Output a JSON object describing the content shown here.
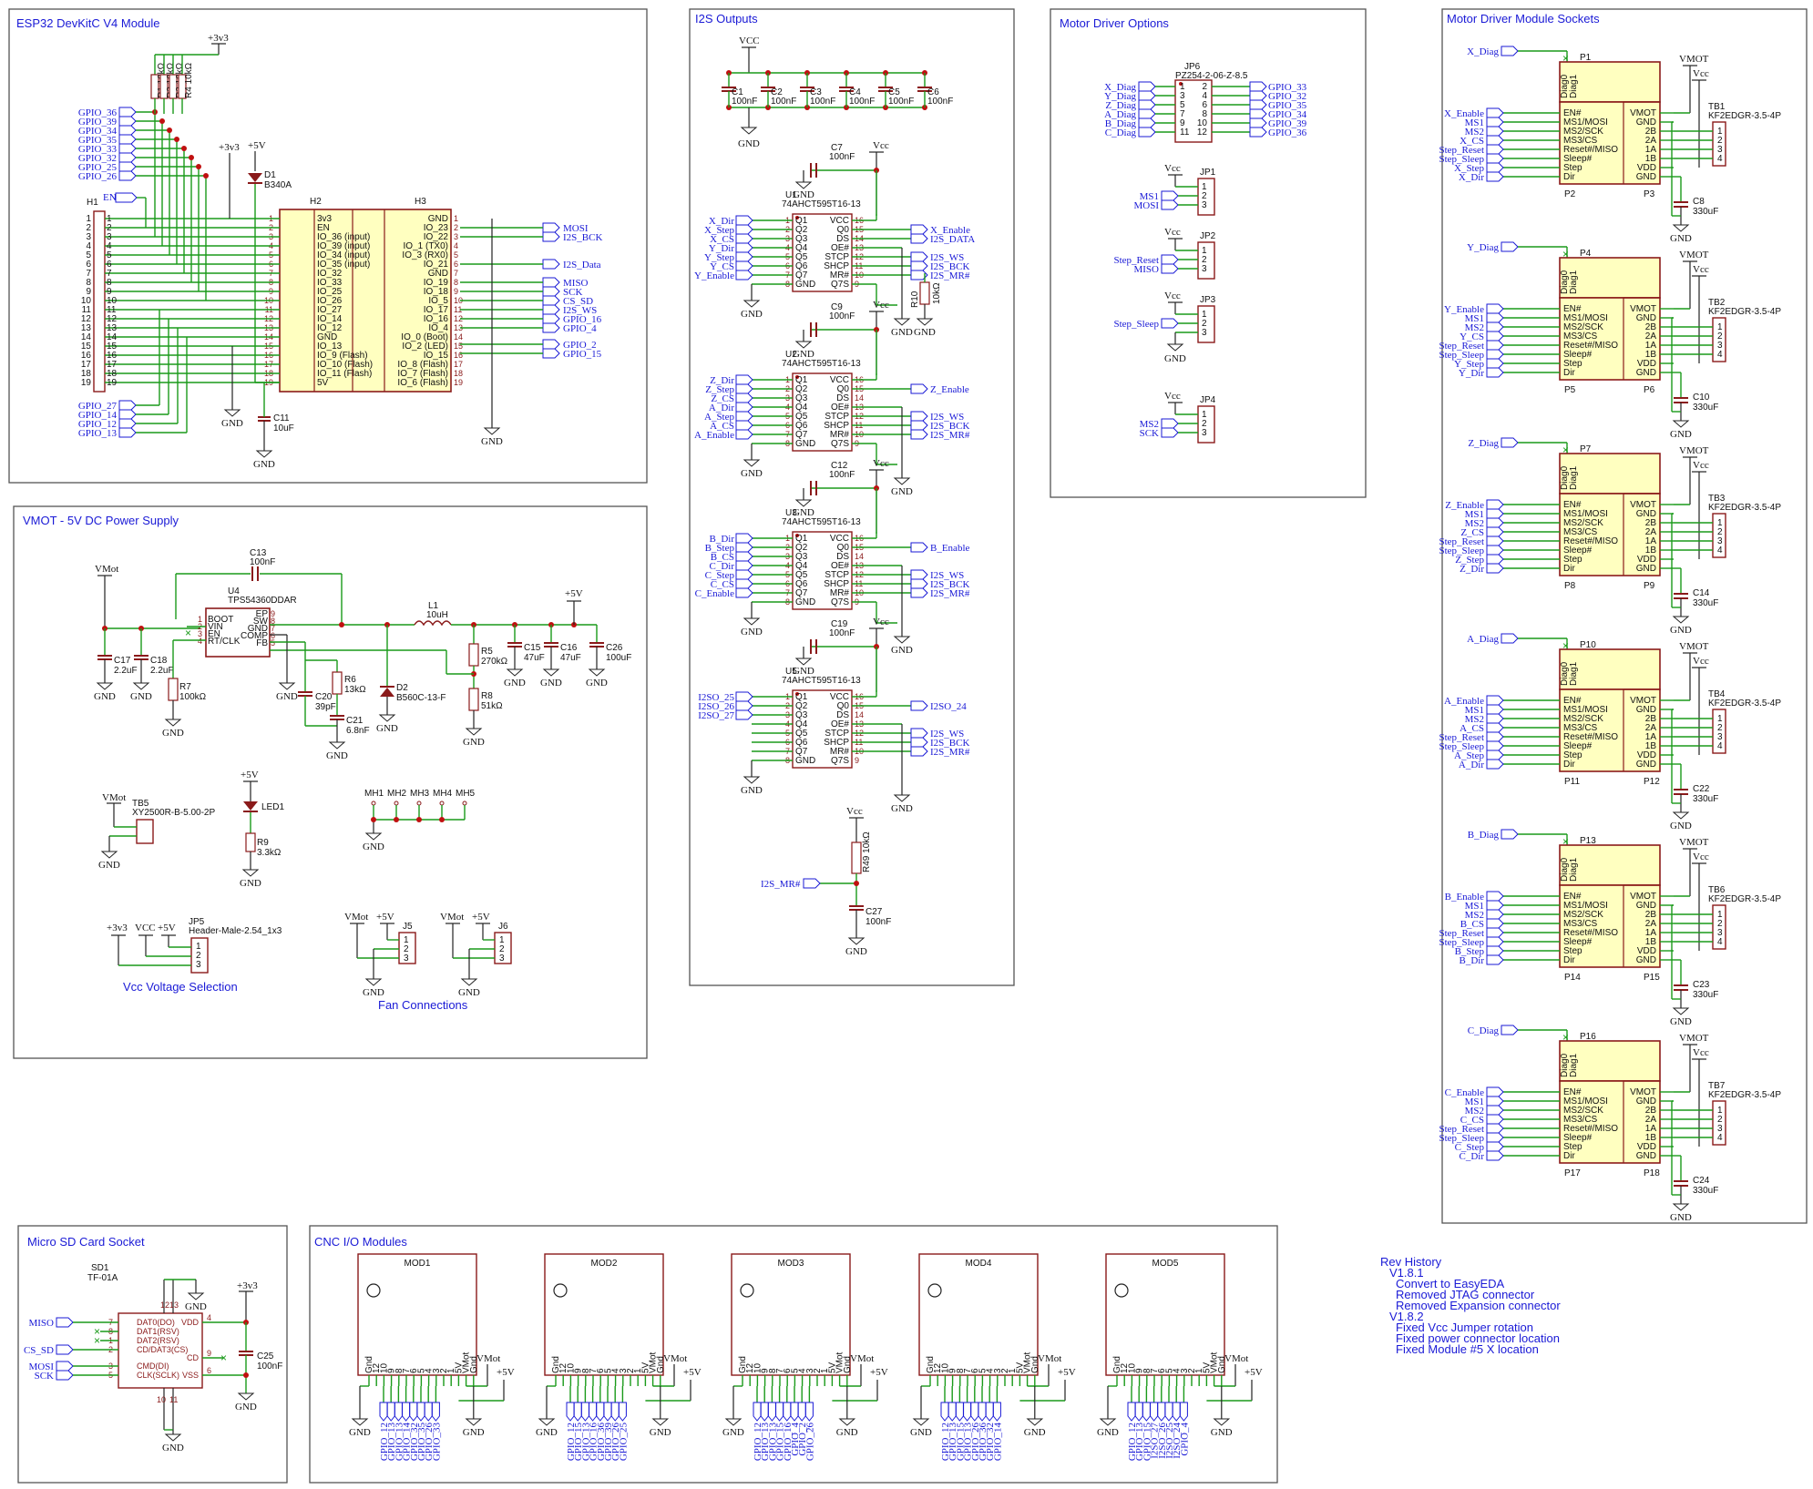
{
  "sections": {
    "esp32": "ESP32 DevKitC V4 Module",
    "i2s": "I2S Outputs",
    "motor_opts": "Motor Driver Options",
    "motor_sockets": "Motor Driver Module Sockets",
    "power": "VMOT - 5V DC Power Supply",
    "sd": "Micro SD Card Socket",
    "cnc": "CNC I/O Modules",
    "vcc_sel": "Vcc Voltage Selection",
    "fans": "Fan Connections"
  },
  "esp32": {
    "h2_ref": "H2",
    "h3_ref": "H3",
    "h1_ref": "H1",
    "h2_pins": [
      "3v3",
      "EN",
      "IO_36 (input)",
      "IO_39 (input)",
      "IO_34 (input)",
      "IO_35 (input)",
      "IO_32",
      "IO_33",
      "IO_25",
      "IO_26",
      "IO_27",
      "IO_14",
      "IO_12",
      "GND",
      "IO_13",
      "IO_9 (Flash)",
      "IO_10 (Flash)",
      "IO_11 (Flash)",
      "5V"
    ],
    "h3_pins": [
      "GND",
      "IO_23",
      "IO_22",
      "IO_1 (TX0)",
      "IO_3 (RX0)",
      "IO_21",
      "GND",
      "IO_19",
      "IO_18",
      "IO_5",
      "IO_17",
      "IO_16",
      "IO_4",
      "IO_0 (Boot)",
      "IO_2 (LED)",
      "IO_15",
      "IO_8 (Flash)",
      "IO_7 (Flash)",
      "IO_6 (Flash)"
    ],
    "left_nets": [
      "GPIO_36",
      "GPIO_39",
      "GPIO_34",
      "GPIO_35",
      "GPIO_33",
      "GPIO_32",
      "GPIO_25",
      "GPIO_26"
    ],
    "bottom_nets": [
      "GPIO_27",
      "GPIO_14",
      "GPIO_12",
      "GPIO_13"
    ],
    "right_nets": [
      "MOSI",
      "I2S_BCK",
      "I2S_Data",
      "MISO",
      "SCK",
      "CS_SD",
      "I2S_WS",
      "GPIO_16",
      "GPIO_4",
      "GPIO_2",
      "GPIO_15"
    ],
    "resistors": [
      "R1 10kΩ",
      "R2 10kΩ",
      "R3 10kΩ",
      "R4 10kΩ"
    ],
    "d1": "D1",
    "d1_val": "B340A",
    "c11": "C11",
    "c11_val": "10uF",
    "p3v3": "+3v3",
    "p5v": "+5V",
    "en": "EN",
    "gnd": "GND"
  },
  "i2s": {
    "caps": [
      {
        "ref": "C1",
        "val": "100nF"
      },
      {
        "ref": "C2",
        "val": "100nF"
      },
      {
        "ref": "C3",
        "val": "100nF"
      },
      {
        "ref": "C4",
        "val": "100nF"
      },
      {
        "ref": "C5",
        "val": "100nF"
      },
      {
        "ref": "C6",
        "val": "100nF"
      }
    ],
    "vcc": "VCC",
    "vcc2": "Vcc",
    "gnd": "GND",
    "chips": [
      {
        "ref": "U1",
        "part": "74AHCT595T16-13",
        "cap": "C7",
        "capv": "100nF",
        "inputs": [
          "X_Dir",
          "X_Step",
          "X_CS",
          "Y_Dir",
          "Y_Step",
          "Y_CS",
          "Y_Enable"
        ],
        "outputs": [
          "X_Enable",
          "I2S_DATA",
          "I2S_WS",
          "I2S_BCK",
          "I2S_MR#"
        ]
      },
      {
        "ref": "U2",
        "part": "74AHCT595T16-13",
        "cap": "C9",
        "capv": "100nF",
        "inputs": [
          "Z_Dir",
          "Z_Step",
          "Z_CS",
          "A_Dir",
          "A_Step",
          "A_CS",
          "A_Enable"
        ],
        "outputs": [
          "Z_Enable",
          "I2S_WS",
          "I2S_BCK",
          "I2S_MR#"
        ]
      },
      {
        "ref": "U3",
        "part": "74AHCT595T16-13",
        "cap": "C12",
        "capv": "100nF",
        "inputs": [
          "B_Dir",
          "B_Step",
          "B_CS",
          "C_Dir",
          "C_Step",
          "C_CS",
          "C_Enable"
        ],
        "outputs": [
          "B_Enable",
          "I2S_WS",
          "I2S_BCK",
          "I2S_MR#"
        ]
      },
      {
        "ref": "U5",
        "part": "74AHCT595T16-13",
        "cap": "C19",
        "capv": "100nF",
        "inputs": [
          "I2SO_25",
          "I2SO_26",
          "I2SO_27"
        ],
        "outputs": [
          "I2SO_24",
          "I2S_WS",
          "I2S_BCK",
          "I2S_MR#"
        ]
      }
    ],
    "chip_pins_left": [
      "Q1",
      "Q2",
      "Q3",
      "Q4",
      "Q5",
      "Q6",
      "Q7",
      "GND"
    ],
    "chip_pins_right": [
      "VCC",
      "Q0",
      "DS",
      "OE#",
      "STCP",
      "SHCP",
      "MR#",
      "Q7S"
    ],
    "r10": "R10",
    "r10v": "10kΩ",
    "r49": "R49",
    "r49v": "10kΩ",
    "c27": "C27",
    "c27v": "100nF",
    "mr_net": "I2S_MR#"
  },
  "motor_opts": {
    "jp6_ref": "JP6",
    "jp6_part": "PZ254-2-06-Z-8.5",
    "diag_nets": [
      "X_Diag",
      "Y_Diag",
      "Z_Diag",
      "A_Diag",
      "B_Diag",
      "C_Diag"
    ],
    "gpio_nets": [
      "GPIO_33",
      "GPIO_32",
      "GPIO_35",
      "GPIO_34",
      "GPIO_39",
      "GPIO_36"
    ],
    "jp6_pins_l": [
      "1",
      "3",
      "5",
      "7",
      "9",
      "11"
    ],
    "jp6_pins_r": [
      "2",
      "4",
      "6",
      "8",
      "10",
      "12"
    ],
    "jumpers": [
      {
        "ref": "JP1",
        "nets": [
          "MS1",
          "MOSI"
        ]
      },
      {
        "ref": "JP2",
        "nets": [
          "Step_Reset",
          "MISO"
        ]
      },
      {
        "ref": "JP3",
        "nets": [
          "Step_Sleep"
        ]
      },
      {
        "ref": "JP4",
        "nets": [
          "MS2",
          "SCK"
        ]
      }
    ]
  },
  "sockets": [
    {
      "axis": "X",
      "diag": "X_Diag",
      "p1": "P1",
      "p2": "P2",
      "p3": "P3",
      "tb": "TB1",
      "cap": "C8",
      "nets": [
        "X_Enable",
        "MS1",
        "MS2",
        "X_CS",
        "Step_Reset",
        "Step_Sleep",
        "X_Step",
        "X_Dir"
      ]
    },
    {
      "axis": "Y",
      "diag": "Y_Diag",
      "p1": "P4",
      "p2": "P5",
      "p3": "P6",
      "tb": "TB2",
      "cap": "C10",
      "nets": [
        "Y_Enable",
        "MS1",
        "MS2",
        "Y_CS",
        "Step_Reset",
        "Step_Sleep",
        "Y_Step",
        "Y_Dir"
      ]
    },
    {
      "axis": "Z",
      "diag": "Z_Diag",
      "p1": "P7",
      "p2": "P8",
      "p3": "P9",
      "tb": "TB3",
      "cap": "C14",
      "nets": [
        "Z_Enable",
        "MS1",
        "MS2",
        "Z_CS",
        "Step_Reset",
        "Step_Sleep",
        "Z_Step",
        "Z_Dir"
      ]
    },
    {
      "axis": "A",
      "diag": "A_Diag",
      "p1": "P10",
      "p2": "P11",
      "p3": "P12",
      "tb": "TB4",
      "cap": "C22",
      "nets": [
        "A_Enable",
        "MS1",
        "MS2",
        "A_CS",
        "Step_Reset",
        "Step_Sleep",
        "A_Step",
        "A_Dir"
      ]
    },
    {
      "axis": "B",
      "diag": "B_Diag",
      "p1": "P13",
      "p2": "P14",
      "p3": "P15",
      "tb": "TB6",
      "cap": "C23",
      "nets": [
        "B_Enable",
        "MS1",
        "MS2",
        "B_CS",
        "Step_Reset",
        "Step_Sleep",
        "B_Step",
        "B_Dir"
      ]
    },
    {
      "axis": "C",
      "diag": "C_Diag",
      "p1": "P16",
      "p2": "P17",
      "p3": "P18",
      "tb": "TB7",
      "cap": "C24",
      "nets": [
        "C_Enable",
        "MS1",
        "MS2",
        "C_CS",
        "Step_Reset",
        "Step_Sleep",
        "C_Step",
        "C_Dir"
      ]
    }
  ],
  "socket_common": {
    "left_pins": [
      "EN#",
      "MS1/MOSI",
      "MS2/SCK",
      "MS3/CS",
      "Reset#/MISO",
      "Sleep#",
      "Step",
      "Dir"
    ],
    "right_pins": [
      "VMOT",
      "GND",
      "2B",
      "2A",
      "1A",
      "1B",
      "VDD",
      "GND"
    ],
    "diag_pins": [
      "Diag0",
      "Diag1"
    ],
    "tb_part": "KF2EDGR-3.5-4P",
    "cap_val": "330uF",
    "vmot": "VMOT",
    "vcc": "Vcc",
    "gnd": "GND",
    "tb_pins": [
      "1",
      "2",
      "3",
      "4"
    ]
  },
  "power": {
    "vmot": "VMot",
    "u4": "U4",
    "u4_part": "TPS54360DDAR",
    "u4_left": [
      "BOOT",
      "VIN",
      "EN",
      "RT/CLK"
    ],
    "u4_right": [
      "EP",
      "SW",
      "GND",
      "COMP",
      "FB"
    ],
    "c13": "C13",
    "c13v": "100nF",
    "c17": "C17",
    "c17v": "2.2uF",
    "c18": "C18",
    "c18v": "2.2uF",
    "r7": "R7",
    "r7v": "100kΩ",
    "l1": "L1",
    "l1v": "10uH",
    "r5": "R5",
    "r5v": "270kΩ",
    "r8": "R8",
    "r8v": "51kΩ",
    "c15": "C15",
    "c15v": "47uF",
    "c16": "C16",
    "c16v": "47uF",
    "c26": "C26",
    "c26v": "100uF",
    "r6": "R6",
    "r6v": "13kΩ",
    "c20": "C20",
    "c20v": "39pF",
    "c21": "C21",
    "c21v": "6.8nF",
    "d2": "D2",
    "d2v": "B560C-13-F",
    "p5v": "+5V",
    "tb5": "TB5",
    "tb5_part": "XY2500R-B-5.00-2P",
    "led1": "LED1",
    "r9": "R9",
    "r9v": "3.3kΩ",
    "mh": [
      "MH1",
      "MH2",
      "MH3",
      "MH4",
      "MH5"
    ],
    "jp5": "JP5",
    "jp5_part": "Header-Male-2.54_1x3",
    "j5": "J5",
    "j6": "J6",
    "vcc": "VCC",
    "p3v3": "+3v3",
    "gnd": "GND"
  },
  "sd": {
    "ref": "SD1",
    "part": "TF-01A",
    "pins_l": [
      "DAT0(DO)",
      "DAT1(RSV)",
      "DAT2(RSV)",
      "CD/DAT3(CS)",
      "CMD(DI)",
      "CLK(SCLK)"
    ],
    "pins_l_num": [
      "7",
      "8",
      "1",
      "2",
      "3",
      "5"
    ],
    "pins_r": [
      "VDD",
      "CD",
      "VSS"
    ],
    "pins_r_num": [
      "4",
      "9",
      "6"
    ],
    "nets": [
      "MISO",
      "CS_SD",
      "MOSI",
      "SCK"
    ],
    "c25": "C25",
    "c25v": "100nF",
    "p3v3": "+3v3",
    "gnd": "GND"
  },
  "cnc": {
    "modules": [
      {
        "ref": "MOD1",
        "nets": [
          "GPIO_12",
          "GPIO_13",
          "GPIO_13",
          "GPIO_14",
          "GPIO_32",
          "GPIO_35",
          "GPIO_26",
          "GPIO_33"
        ]
      },
      {
        "ref": "MOD2",
        "nets": [
          "GPIO_12",
          "GPIO_15",
          "GPIO_13",
          "GPIO_16",
          "GPIO_36",
          "GPIO_39",
          "GPIO_26",
          "GPIO_25"
        ]
      },
      {
        "ref": "MOD3",
        "nets": [
          "GPIO_12",
          "GPIO_13",
          "GPIO_13",
          "GPIO_15",
          "GPIO_16",
          "GPIO_4",
          "GPIO_2",
          "GPIO_26"
        ]
      },
      {
        "ref": "MOD4",
        "nets": [
          "GPIO_12",
          "GPIO_13",
          "GPIO_15",
          "GPIO_13",
          "GPIO_26",
          "GPIO_36",
          "GPIO_32",
          "GPIO_14"
        ]
      },
      {
        "ref": "MOD5",
        "nets": [
          "GPIO_12",
          "GPIO_13",
          "GPIO_15",
          "I2SO_27",
          "I2SO_26",
          "I2SO_25",
          "I2SO_24",
          "GPIO_4"
        ]
      }
    ],
    "pins": [
      "Gnd",
      "12",
      "10",
      "9",
      "8",
      "7",
      "6",
      "5",
      "4",
      "3",
      "2",
      "1",
      "5V",
      "VMot",
      "Gnd"
    ],
    "vmot": "VMot",
    "p5v": "+5V",
    "gnd": "GND"
  },
  "rev": {
    "title": "Rev History",
    "lines": [
      "V1.8.1",
      "Convert to EasyEDA",
      "Removed JTAG connector",
      "Removed Expansion connector",
      "V1.8.2",
      "Fixed Vcc Jumper rotation",
      "Fixed power connector location",
      "Fixed Module #5 X location"
    ]
  }
}
